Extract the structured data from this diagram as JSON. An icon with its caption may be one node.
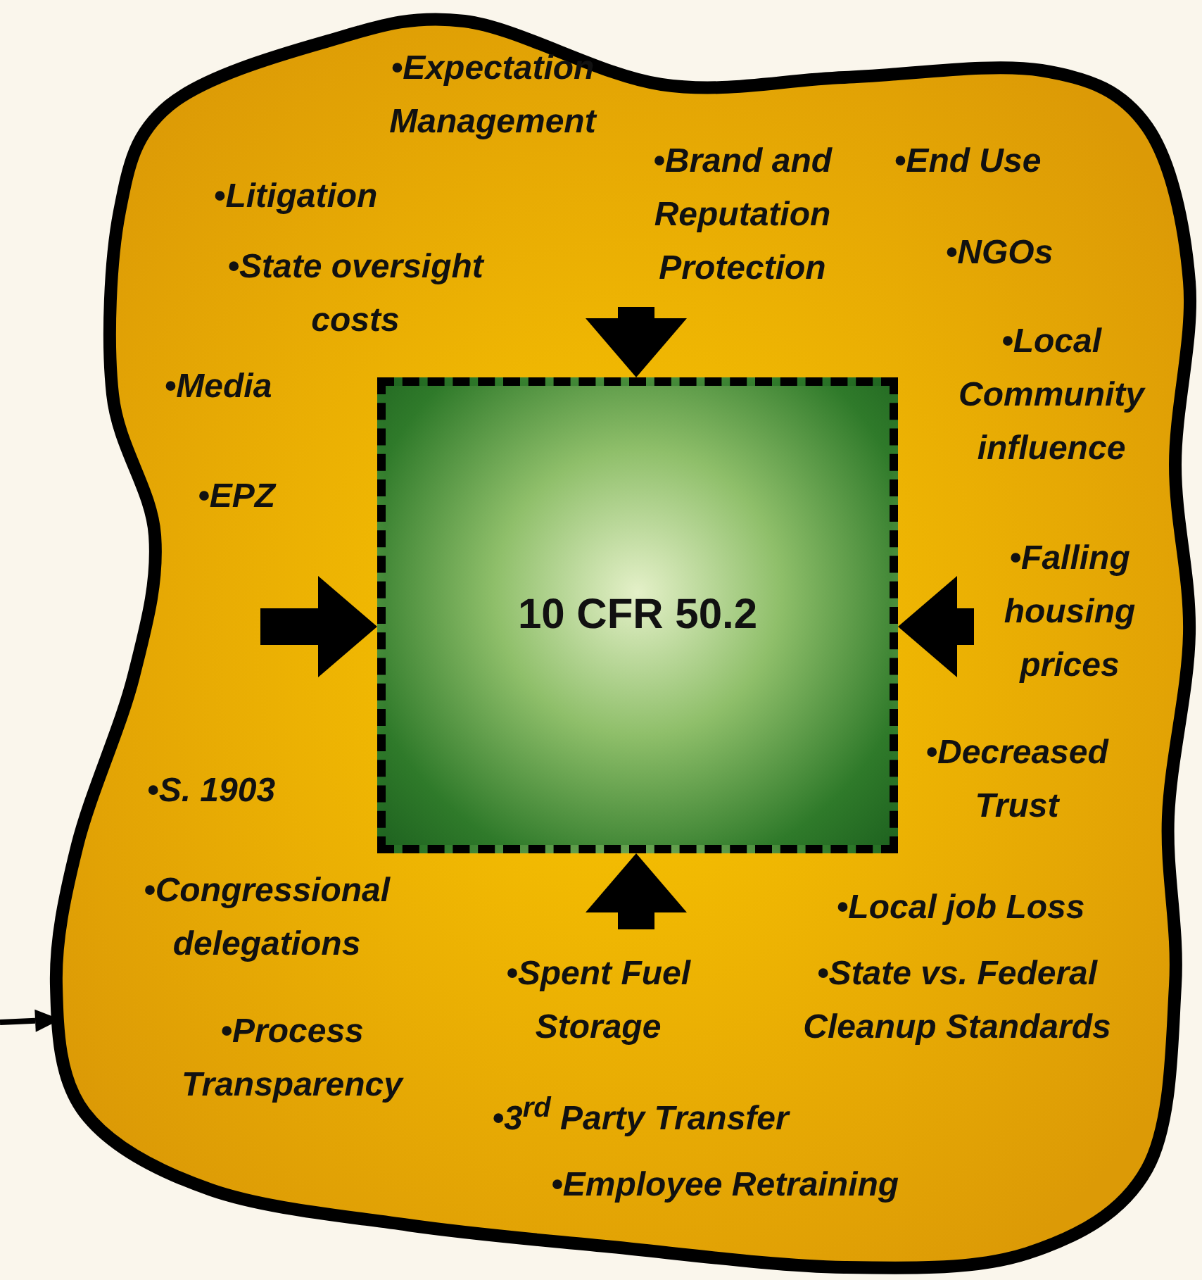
{
  "diagram": {
    "nodes": [
      {
        "text": [],
        "shape": "blob"
      },
      {
        "text": [
          "10 CFR 50.2"
        ],
        "in": 0
      }
    ],
    "edges": [
      {
        "from": null,
        "to": 1,
        "arrow": "to"
      },
      {
        "from": null,
        "to": 1,
        "arrow": "to"
      },
      {
        "from": null,
        "to": 1,
        "arrow": "to"
      },
      {
        "from": null,
        "to": 1,
        "arrow": "to"
      },
      {
        "from": null,
        "to": 0,
        "arrow": "to"
      }
    ],
    "labels": [
      "•Expectation Management",
      "•Litigation",
      "•Brand and Reputation Protection",
      "•End Use",
      "•State oversight costs",
      "•NGOs",
      "•Media",
      "•Local Community influence",
      "•EPZ",
      "•Falling housing prices",
      "•S. 1903",
      "•Decreased Trust",
      "•Congressional delegations",
      "•Local job Loss",
      "•Spent Fuel Storage",
      "•State vs. Federal Cleanup Standards",
      "•Process Transparency",
      "•3$^{rd}$ Party Transfer",
      "•Employee Retraining"
    ]
  }
}
